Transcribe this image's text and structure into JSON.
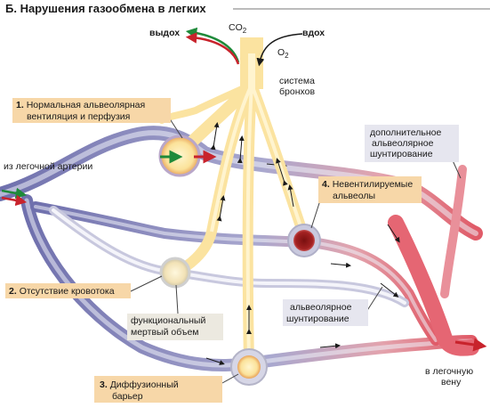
{
  "title": "Б. Нарушения газообмена в легких",
  "gas": {
    "exhale": "выдох",
    "inhale": "вдох",
    "co2_base": "CO",
    "co2_sub": "2",
    "o2_base": "O",
    "o2_sub": "2"
  },
  "bronchi_label": [
    "система",
    "бронхов"
  ],
  "artery_label": "из легочной артерии",
  "vein_label": [
    "в легочную",
    "вену"
  ],
  "boxes": {
    "normal": {
      "num": "1.",
      "lines": [
        "Нормальная альвеолярная",
        "вентиляция и перфузия"
      ]
    },
    "no_flow": {
      "num": "2.",
      "text": "Отсутствие кровотока"
    },
    "diffusion": {
      "num": "3.",
      "lines": [
        "Диффузионный",
        "барьер"
      ]
    },
    "nonventilated": {
      "num": "4.",
      "lines": [
        "Невентилируемые",
        "альвеолы"
      ]
    },
    "dead_space": {
      "lines": [
        "функциональный",
        "мертвый объем"
      ]
    },
    "alveolar_shunt": {
      "lines": [
        "альвеолярное",
        "шунтирование"
      ]
    },
    "extra_shunt": {
      "lines": [
        "дополнительное",
        "альвеолярное",
        "шунтирование"
      ]
    }
  },
  "colors": {
    "airway_fill": "#fbe3a0",
    "airway_core": "#fff4cf",
    "venous": "#8f90c4",
    "arterial": "#e1727c",
    "vessel_light": "#eef0f7",
    "label_box_orange": "#f7d7a8",
    "label_box_grey": "#e6e6ef",
    "arrow_green": "#1f8a3a",
    "arrow_red": "#c8232c"
  }
}
